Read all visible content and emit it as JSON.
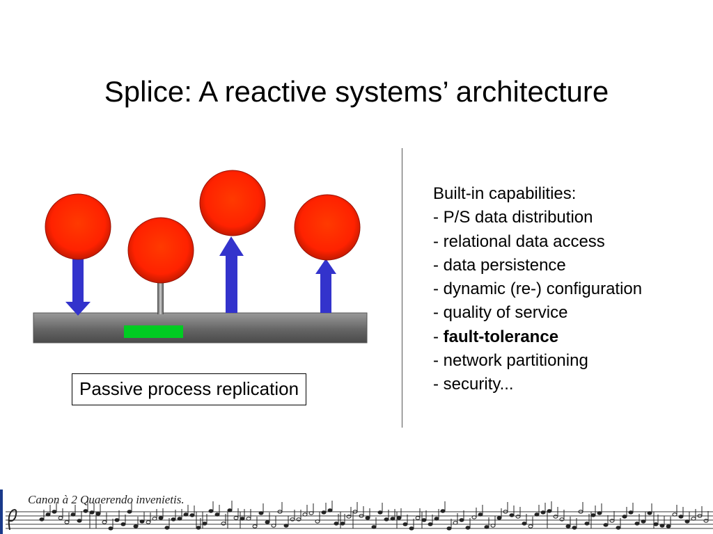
{
  "slide": {
    "title": "Splice: A reactive systems’ architecture",
    "caption": "Passive process replication",
    "capabilities": {
      "heading": "Built-in capabilities:",
      "items": [
        "P/S data distribution",
        "relational data access",
        "data persistence",
        "dynamic (re-) configuration",
        "quality of service",
        "fault-tolerance",
        "network partitioning",
        "security..."
      ]
    },
    "footer": {
      "score_caption": "Canon à 2   Quaerendo invenietis."
    }
  },
  "colors": {
    "node_red": "#ff2a00",
    "arrow_blue": "#3333cc",
    "bus_gray": "#777777",
    "replica_green": "#00cc22"
  }
}
